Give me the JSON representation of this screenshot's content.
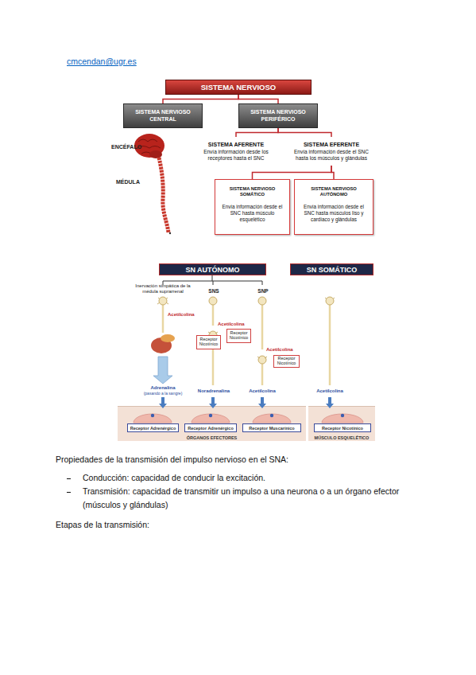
{
  "diagram": {
    "nodes": [
      {
        "text": [
          "SISTEMA NERVIOSO"
        ]
      },
      {
        "text": [
          "SISTEMA NERVIOSO CENTRAL"
        ]
      },
      {
        "text": [
          "SISTEMA NERVIOSO PERIFÉRICO"
        ]
      },
      {
        "text": [
          "SISTEMA AFERENTE",
          "Envía información desde los receptores hasta el SNC"
        ]
      },
      {
        "text": [
          "SISTEMA EFERENTE",
          "Envía información desde el SNC hasta los músculos y glándulas"
        ]
      },
      {
        "text": [
          "SISTEMA NERVIOSO SOMÁTICO",
          "Envía información desde el SNC hasta músculo esquelético"
        ]
      },
      {
        "text": [
          "SISTEMA NERVIOSO AUTÓNOMO",
          "Envía información desde el SNC hasta músculos liso y cardíaco y glándulas"
        ]
      },
      {
        "text": [
          "SN AUTÓNOMO"
        ]
      },
      {
        "text": [
          "SN SOMÁTICO"
        ]
      },
      {
        "text": [
          "Receptor Nicotínico"
        ]
      },
      {
        "text": [
          "Receptor Nicotínico"
        ]
      },
      {
        "text": [
          "Receptor Nicotínico"
        ]
      },
      {
        "text": [
          "ÓRGANOS EFECTORES"
        ]
      },
      {
        "text": [
          "Receptor Adrenérgico"
        ],
        "in": 12
      },
      {
        "text": [
          "Receptor Adrenérgico"
        ],
        "in": 12
      },
      {
        "text": [
          "Receptor Muscarínico"
        ],
        "in": 12
      },
      {
        "text": [
          "MÚSCULO ESQUELÉTICO"
        ]
      },
      {
        "text": [
          "Receptor Nicotínico"
        ],
        "in": 16
      }
    ],
    "edges": [
      {
        "from": 0,
        "to": 1,
        "arrow": "none"
      },
      {
        "from": 0,
        "to": 2,
        "arrow": "none"
      },
      {
        "from": 2,
        "to": 3,
        "arrow": "none"
      },
      {
        "from": 2,
        "to": 4,
        "arrow": "none"
      },
      {
        "from": 4,
        "to": 5,
        "arrow": "none"
      },
      {
        "from": 4,
        "to": 6,
        "arrow": "none"
      }
    ],
    "labels": [
      "cmcendan@ugr.es",
      "ENCÉFALO",
      "MÉDULA",
      "Inervación simpática de la médula suprarrenal",
      "SNS",
      "SNP",
      "Acetilcolina",
      "Acetilcolina",
      "Acetilcolina",
      "Adrenalina",
      "(pasando a la sangre)",
      "Noradrenalina",
      "Acetilcolina",
      "Acetilcolina",
      "Propiedades de la transmisión del impulso nervioso en el SNA:",
      "Conducción: capacidad de conducir la excitación.",
      "Transmisión: capacidad de transmitir un impulso a una neurona o a un órgano efector (músculos y glándulas)",
      "Etapas de la transmisión:"
    ]
  }
}
